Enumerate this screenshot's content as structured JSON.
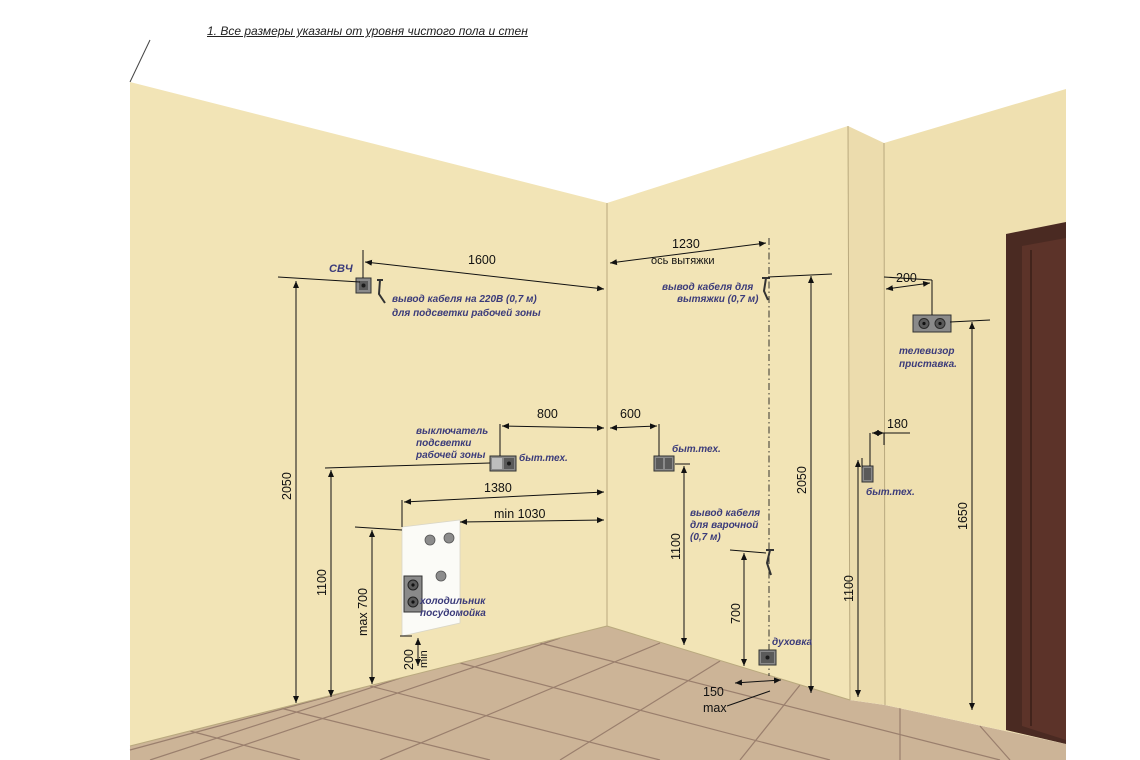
{
  "note": "1. Все размеры указаны от уровня чистого пола и стен",
  "dimensions": {
    "d1600": "1600",
    "d1230": "1230",
    "hood_axis": "ось вытяжки",
    "d200_top": "200",
    "d2050_left": "2050",
    "d800": "800",
    "d600": "600",
    "d180": "180",
    "d1380": "1380",
    "min1030": "min 1030",
    "d1100_left": "1100",
    "max700": "max 700",
    "min200_a": "200",
    "min200_b": "min",
    "d1100_mid": "1100",
    "d2050_right": "2050",
    "d700": "700",
    "d1100_right": "1100",
    "d1650": "1650",
    "d150": "150",
    "max_label": "max"
  },
  "labels": {
    "microwave": "СВЧ",
    "cable220_l1": "вывод кабеля на 220В (0,7 м)",
    "cable220_l2": "для подсветки рабочей зоны",
    "switch_l1": "выключатель",
    "switch_l2": "подсветки",
    "switch_l3": "рабочей зоны",
    "appliance_1": "быт.тех.",
    "appliance_2": "быт.тех.",
    "appliance_3": "быт.тех.",
    "hood_cable_l1": "вывод кабеля для",
    "hood_cable_l2": "вытяжки (0,7 м)",
    "tv_l1": "телевизор",
    "tv_l2": "приставка.",
    "hob_l1": "вывод кабеля",
    "hob_l2": "для варочной",
    "hob_l3": "(0,7 м)",
    "fridge_l1": "холодильник",
    "fridge_l2": "посудомойка",
    "oven": "духовка"
  },
  "colors": {
    "wall": "#f2e4b6",
    "wall_right": "#efe0b0",
    "floor": "#ccb497",
    "grout": "#9a7f6d",
    "door": "#4a2a22",
    "label_text": "#3b3b7a"
  }
}
